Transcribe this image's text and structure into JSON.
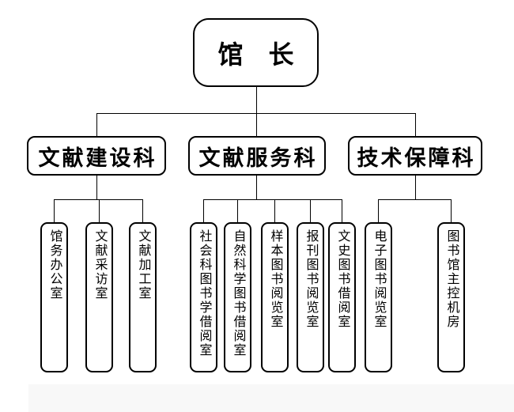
{
  "page": {
    "background_color": "#ffffff",
    "line_color": "#000000",
    "box_border_color": "#000000",
    "text_color": "#000000"
  },
  "org_chart": {
    "type": "organization-chart",
    "root": {
      "label": "馆　长"
    },
    "departments": [
      {
        "label": "文献建设科",
        "offices": [
          "馆务办公室",
          "文献采访室",
          "文献加工室"
        ]
      },
      {
        "label": "文献服务科",
        "offices": [
          "社会科图书学借阅室",
          "自然科学图书借阅室",
          "样本图书阅览室",
          "报刊图书阅览室",
          "文史图书借阅室"
        ]
      },
      {
        "label": "技术保障科",
        "offices": [
          "电子图书阅览室",
          "图书馆主控机房"
        ]
      }
    ]
  }
}
